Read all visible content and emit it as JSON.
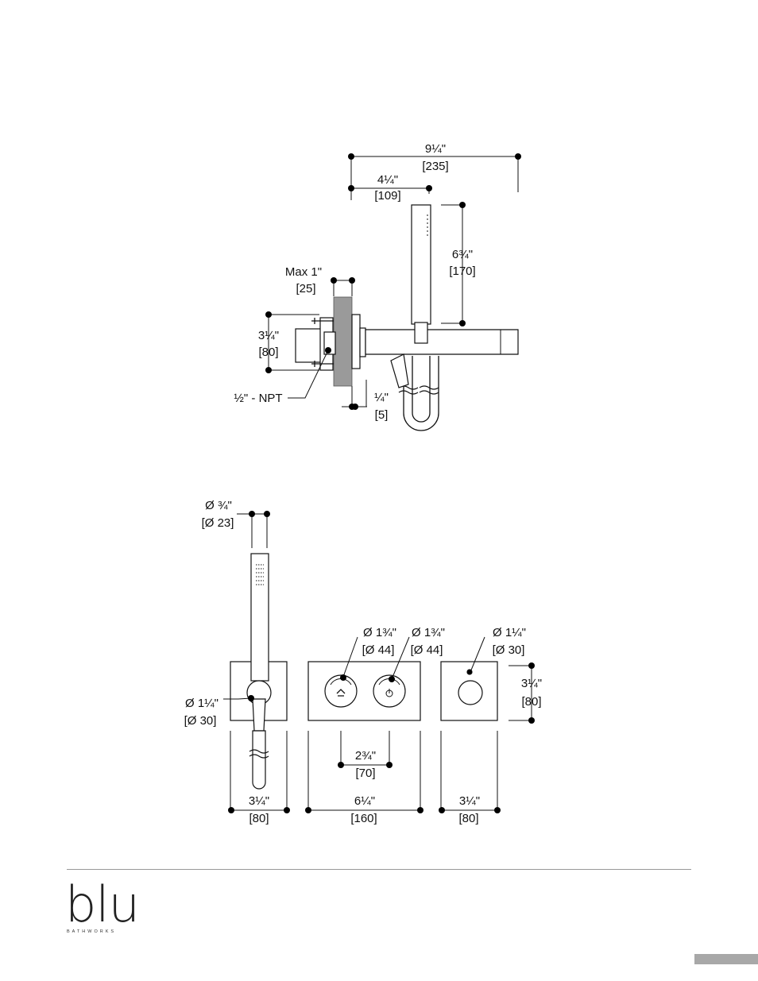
{
  "side_view": {
    "overall_width": {
      "imperial": "9¼\"",
      "metric": "[235]"
    },
    "spout_offset": {
      "imperial": "4¼\"",
      "metric": "[109]"
    },
    "handshower_height": {
      "imperial": "6¾\"",
      "metric": "[170]"
    },
    "max_wall": {
      "imperial": "Max 1\"",
      "metric": "[25]"
    },
    "valve_height": {
      "imperial": "3¼\"",
      "metric": "[80]"
    },
    "connection": {
      "label": "½\" - NPT"
    },
    "plate_offset": {
      "imperial": "¼\"",
      "metric": "[5]"
    }
  },
  "front_view": {
    "hose_dia": {
      "imperial": "Ø ¾\"",
      "metric": "[Ø 23]"
    },
    "holder_dia": {
      "imperial": "Ø 1¼\"",
      "metric": "[Ø 30]"
    },
    "holder_plate_width": {
      "imperial": "3¼\"",
      "metric": "[80]"
    },
    "handle_left_dia": {
      "imperial": "Ø 1¾\"",
      "metric": "[Ø 44]"
    },
    "handle_right_dia": {
      "imperial": "Ø 1¾\"",
      "metric": "[Ø 44]"
    },
    "handle_spacing": {
      "imperial": "2¾\"",
      "metric": "[70]"
    },
    "valve_plate_width": {
      "imperial": "6¼\"",
      "metric": "[160]"
    },
    "outlet_dia": {
      "imperial": "Ø 1¼\"",
      "metric": "[Ø 30]"
    },
    "outlet_plate_height": {
      "imperial": "3¼\"",
      "metric": "[80]"
    },
    "outlet_plate_width": {
      "imperial": "3¼\"",
      "metric": "[80]"
    }
  },
  "brand": {
    "name": "blu",
    "tagline": "BATHWORKS"
  }
}
